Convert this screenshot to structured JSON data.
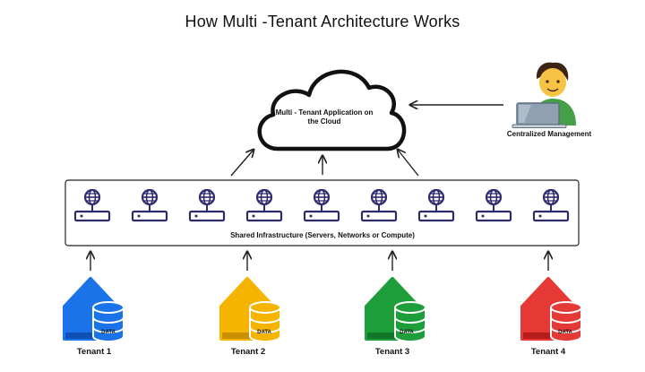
{
  "title": "How Multi -Tenant Architecture Works",
  "cloud": {
    "label": "Multi - Tenant Application on the Cloud"
  },
  "admin": {
    "label": "Centralized Management",
    "icon": "admin-at-laptop-icon"
  },
  "infrastructure": {
    "label": "Shared Infrastructure (Servers, Networks or Compute)",
    "server_count": 9,
    "icon": "globe-server-icon"
  },
  "tenants": [
    {
      "name": "Tenant 1",
      "data_label": "DATA",
      "color": "#1a73e8",
      "dark": "#0f4fb6"
    },
    {
      "name": "Tenant 2",
      "data_label": "DATA",
      "color": "#f4b400",
      "dark": "#c98f00"
    },
    {
      "name": "Tenant 3",
      "data_label": "DATA",
      "color": "#1e9e3a",
      "dark": "#11752a"
    },
    {
      "name": "Tenant 4",
      "data_label": "DATA",
      "color": "#e53935",
      "dark": "#b71c1c"
    }
  ]
}
